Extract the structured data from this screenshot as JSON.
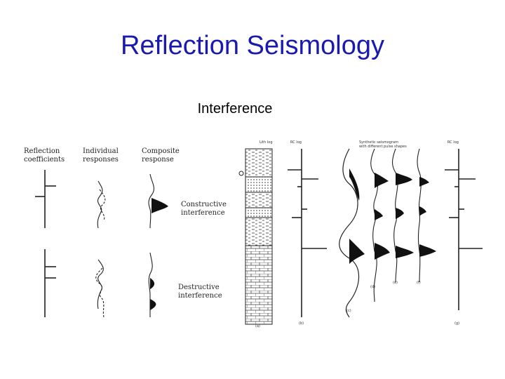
{
  "slide": {
    "title": "Reflection Seismology",
    "subtitle": "Interference"
  },
  "left_panel": {
    "col_reflection_1": "Reflection",
    "col_reflection_2": "coefficients",
    "col_individual_1": "Individual",
    "col_individual_2": "responses",
    "col_composite_1": "Composite",
    "col_composite_2": "response",
    "constructive_1": "Constructive",
    "constructive_2": "interference",
    "destructive_1": "Destructive",
    "destructive_2": "interference"
  },
  "right_panel": {
    "lith_log": "Lith log",
    "rc_log_1": "RC log",
    "synthetic_1": "Synthetic seismogram",
    "synthetic_2": "with different pulse shapes",
    "rc_log_2": "RC log",
    "label_a": "(a)",
    "label_b": "(b)",
    "label_c": "(c)",
    "label_d": "(d)",
    "label_e": "(e)",
    "label_f": "(f)",
    "label_g": "(g)"
  },
  "colors": {
    "title": "#1a1ab0",
    "ink": "#1a1a1a",
    "background": "#ffffff"
  }
}
